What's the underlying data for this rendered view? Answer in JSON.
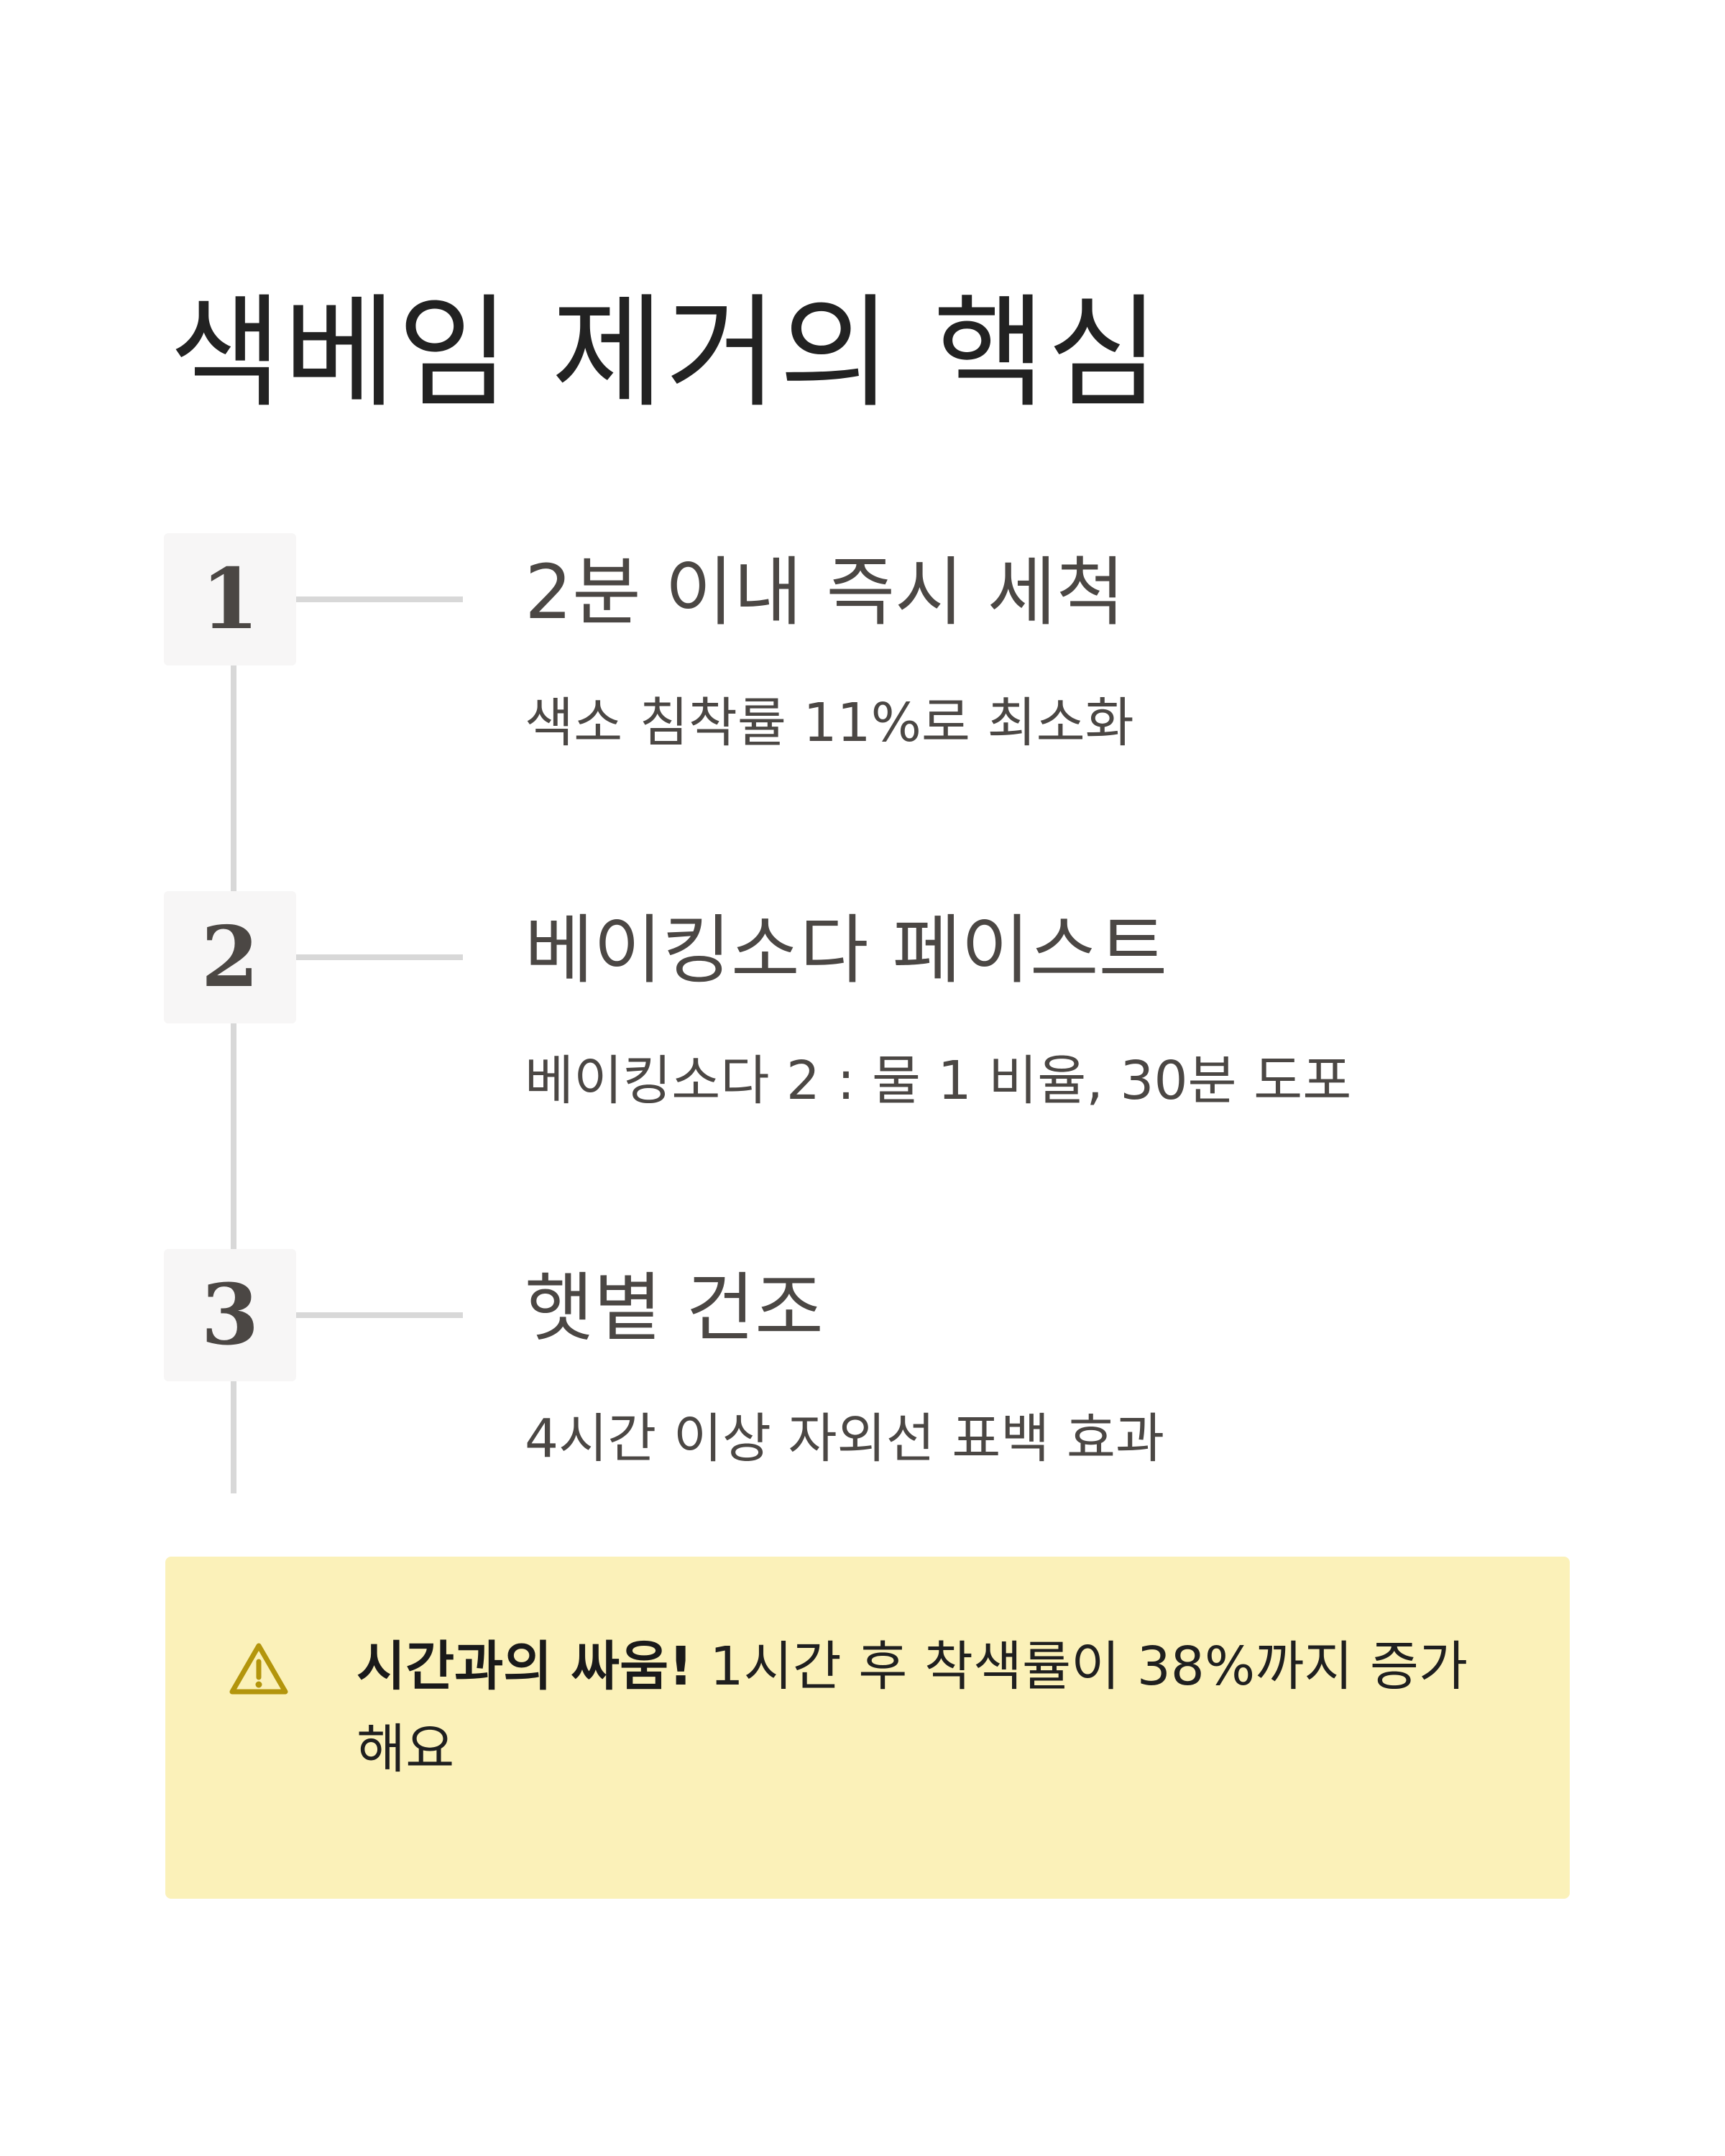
{
  "title": "색베임 제거의 핵심",
  "steps": [
    {
      "number": "1",
      "title": "2분 이내 즉시 세척",
      "description": "색소 침착률 11%로 최소화"
    },
    {
      "number": "2",
      "title": "베이킹소다 페이스트",
      "description": "베이킹소다 2 : 물 1 비율, 30분 도포"
    },
    {
      "number": "3",
      "title": "햇볕 건조",
      "description": "4시간 이상 자외선 표백 효과"
    }
  ],
  "callout": {
    "icon": "warning-icon",
    "emphasis": "시간과의 싸움!",
    "text": " 1시간 후 착색률이 38%까지 증가해요",
    "background_color": "#fbf1b9",
    "icon_color": "#b3950c"
  }
}
